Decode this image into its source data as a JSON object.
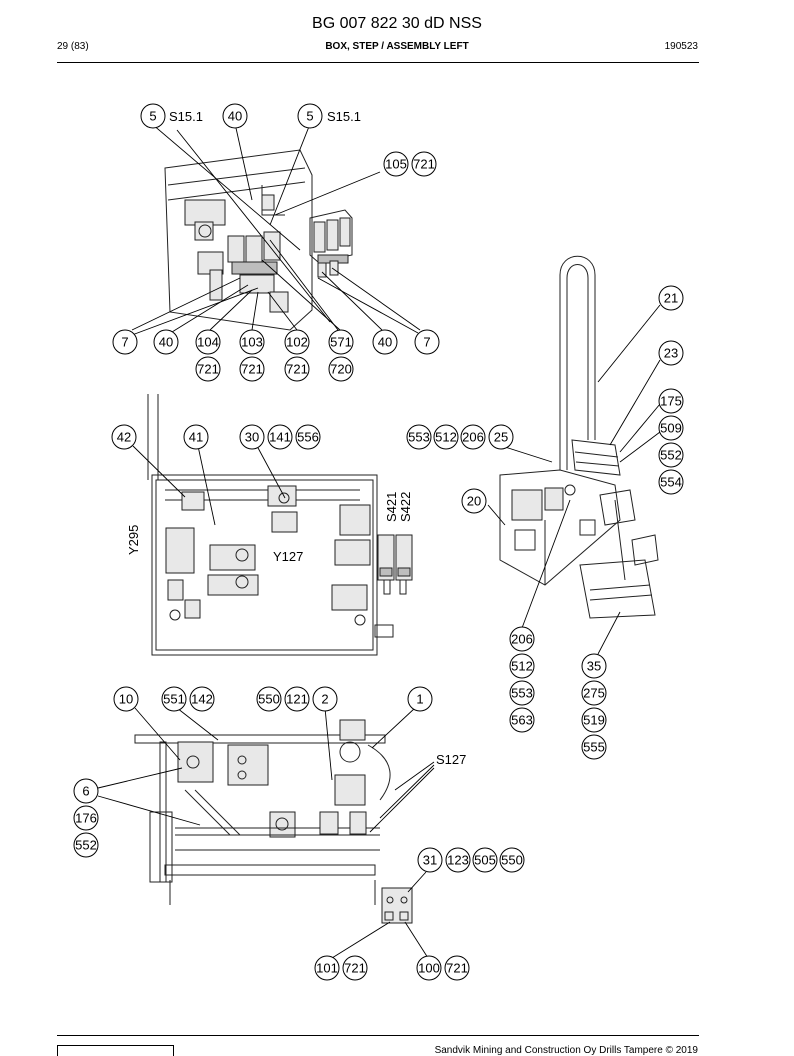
{
  "header": {
    "title": "BG 007 822 30 dD NSS",
    "page": "29 (83)",
    "section": "BOX, STEP / ASSEMBLY LEFT",
    "date": "190523"
  },
  "footer": {
    "copyright": "Sandvik Mining and Construction Oy Drills Tampere © 2019"
  },
  "view_top": {
    "callouts_top": [
      "5",
      "40",
      "5",
      "105",
      "721"
    ],
    "labels_top": [
      "S15.1",
      "S15.1"
    ],
    "callouts_row1": [
      "7",
      "40",
      "104",
      "103",
      "102",
      "571",
      "40",
      "7"
    ],
    "callouts_row2": [
      "721",
      "721",
      "721",
      "720"
    ]
  },
  "view_middle": {
    "callouts": [
      "42",
      "41",
      "30",
      "141",
      "556",
      "553",
      "512",
      "206",
      "25"
    ],
    "labels": [
      "Y295",
      "Y127",
      "S421",
      "S422"
    ]
  },
  "view_bottom": {
    "callouts": [
      "10",
      "551",
      "142",
      "550",
      "121",
      "2",
      "1",
      "6",
      "176",
      "552",
      "31",
      "123",
      "505",
      "550",
      "101",
      "721",
      "100",
      "721"
    ],
    "labels": [
      "S127"
    ]
  },
  "view_iso": {
    "callouts_right": [
      "21",
      "23",
      "175",
      "509",
      "552",
      "554",
      "20"
    ],
    "callouts_col1": [
      "206",
      "512",
      "553",
      "563"
    ],
    "callouts_col2": [
      "35",
      "275",
      "519",
      "555"
    ]
  }
}
